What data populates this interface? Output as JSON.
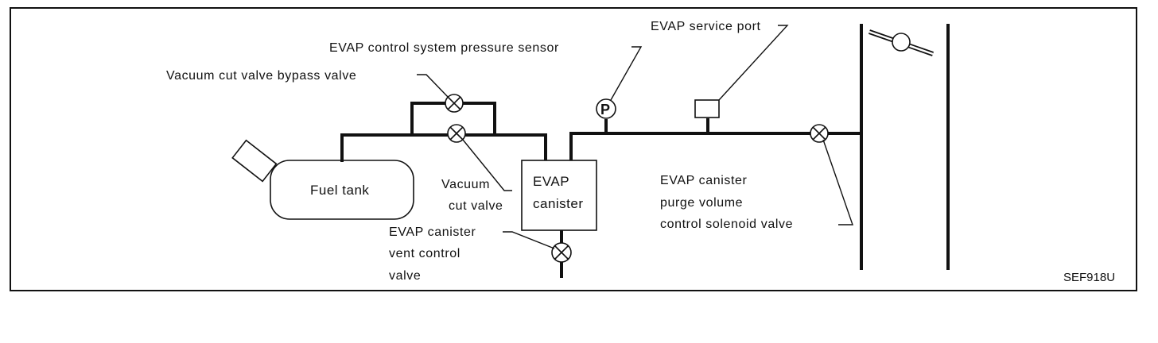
{
  "diagram": {
    "labels": {
      "evap_service_port": "EVAP service port",
      "pressure_sensor": "EVAP control system pressure sensor",
      "bypass_valve": "Vacuum cut valve bypass valve",
      "fuel_tank": "Fuel tank",
      "vacuum_cut_valve_1": "Vacuum",
      "vacuum_cut_valve_2": "cut valve",
      "canister_1": "EVAP",
      "canister_2": "canister",
      "purge_valve_1": "EVAP canister",
      "purge_valve_2": "purge volume",
      "purge_valve_3": "control solenoid valve",
      "vent_valve_1": "EVAP canister",
      "vent_valve_2": "vent control",
      "vent_valve_3": "valve",
      "sensor_symbol": "P",
      "figure_code": "SEF918U"
    }
  }
}
